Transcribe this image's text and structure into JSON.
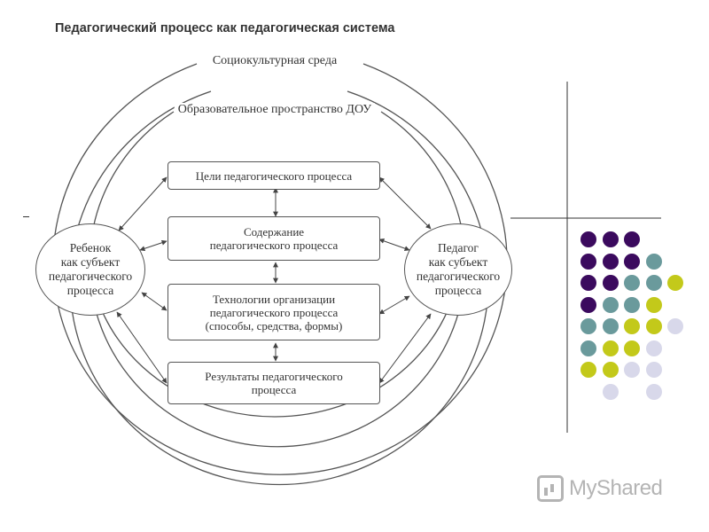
{
  "title": "Педагогический процесс как педагогическая система",
  "environments": {
    "outer": "Социокультурная среда",
    "inner": "Образовательное пространство ДОУ"
  },
  "actors": {
    "child": "Ребенок\nкак субъект\nпедагогического\nпроцесса",
    "teacher": "Педагог\nкак субъект\nпедагогического\nпроцесса"
  },
  "components": [
    "Цели педагогического процесса",
    "Содержание\nпедагогического процесса",
    "Технологии организации\nпедагогического процесса\n(способы, средства, формы)",
    "Результаты педагогического\nпроцесса"
  ],
  "watermark": "MyShared",
  "decor_palette": {
    "purple": "#3b0a5e",
    "teal": "#6a9a9c",
    "lime": "#c3c91a",
    "lavender": "#d8d8ea"
  },
  "decor_dot_grid": [
    [
      "purple",
      "purple",
      "purple",
      null,
      null
    ],
    [
      "purple",
      "purple",
      "purple",
      "teal",
      null
    ],
    [
      "purple",
      "purple",
      "teal",
      "teal",
      "lime"
    ],
    [
      "purple",
      "teal",
      "teal",
      "lime",
      null
    ],
    [
      "teal",
      "teal",
      "lime",
      "lime",
      "lavender"
    ],
    [
      "teal",
      "lime",
      "lime",
      "lavender",
      null
    ],
    [
      "lime",
      "lime",
      "lavender",
      "lavender",
      null
    ],
    [
      null,
      "lavender",
      null,
      "lavender",
      null
    ]
  ]
}
